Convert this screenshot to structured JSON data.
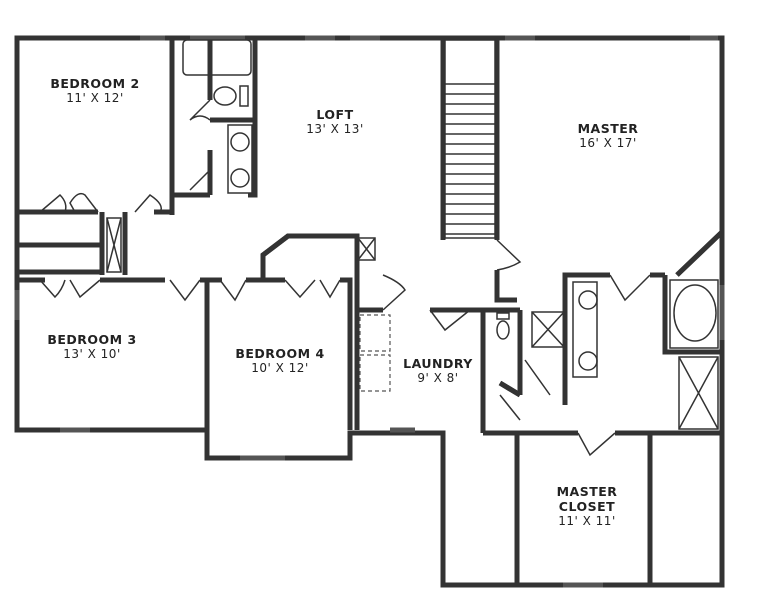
{
  "rooms": [
    {
      "name": "BEDROOM 2",
      "size": "11' X 12'"
    },
    {
      "name": "LOFT",
      "size": "13' X 13'"
    },
    {
      "name": "MASTER",
      "size": "16' X 17'"
    },
    {
      "name": "BEDROOM 3",
      "size": "13' X 10'"
    },
    {
      "name": "BEDROOM 4",
      "size": "10' X 12'"
    },
    {
      "name": "LAUNDRY",
      "size": "9' X 8'"
    },
    {
      "name": "MASTER CLOSET",
      "size": "11' X 11'"
    }
  ],
  "colors": {
    "wall": "#333333",
    "background": "#ffffff",
    "window": "#555555"
  }
}
